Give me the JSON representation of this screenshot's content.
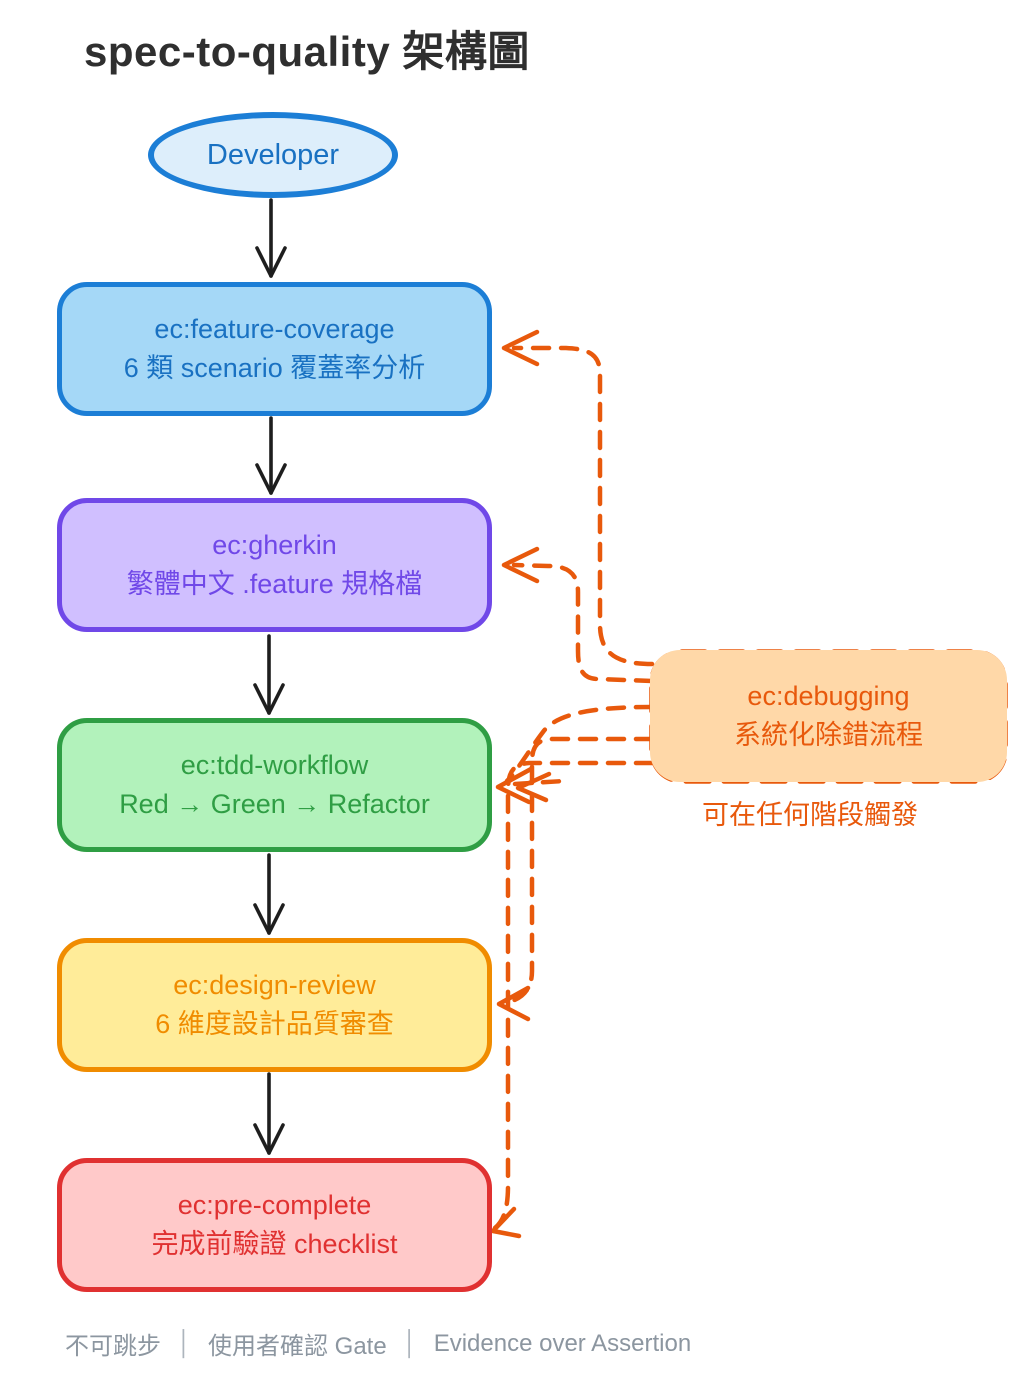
{
  "title": "spec-to-quality 架構圖",
  "nodes": {
    "developer": {
      "label": "Developer"
    },
    "feature_coverage": {
      "line1": "ec:feature-coverage",
      "line2": "6 類 scenario 覆蓋率分析"
    },
    "gherkin": {
      "line1": "ec:gherkin",
      "line2": "繁體中文 .feature 規格檔"
    },
    "tdd_workflow": {
      "line1": "ec:tdd-workflow",
      "line2": "Red → Green → Refactor"
    },
    "design_review": {
      "line1": "ec:design-review",
      "line2": "6 維度設計品質審查"
    },
    "pre_complete": {
      "line1": "ec:pre-complete",
      "line2": "完成前驗證 checklist"
    },
    "debugging": {
      "line1": "ec:debugging",
      "line2": "系統化除錯流程",
      "note": "可在任何階段觸發"
    }
  },
  "footer": {
    "items": [
      "不可跳步",
      "使用者確認 Gate",
      "Evidence over Assertion"
    ],
    "separator": "│"
  },
  "palette": {
    "developer": {
      "border": "#1c7ed6",
      "fill": "#ddeefb",
      "text": "#1971c2"
    },
    "feature_coverage": {
      "border": "#1c7ed6",
      "fill": "#a5d8f7",
      "text": "#1971c2"
    },
    "gherkin": {
      "border": "#7048e8",
      "fill": "#d0bfff",
      "text": "#7048e8"
    },
    "tdd_workflow": {
      "border": "#2f9e44",
      "fill": "#b2f2bb",
      "text": "#2f9e44"
    },
    "design_review": {
      "border": "#f08c00",
      "fill": "#ffec99",
      "text": "#f08c00"
    },
    "pre_complete": {
      "border": "#e03131",
      "fill": "#ffc9c9",
      "text": "#e03131"
    },
    "debugging": {
      "border": "#e8590c",
      "fill": "#ffd8a8",
      "text": "#e8590c"
    },
    "flow_arrow": "#1e1e1e",
    "debug_arrow": "#e8590c",
    "title_text": "#2f2f2f",
    "footer_text": "#8c96a0"
  }
}
